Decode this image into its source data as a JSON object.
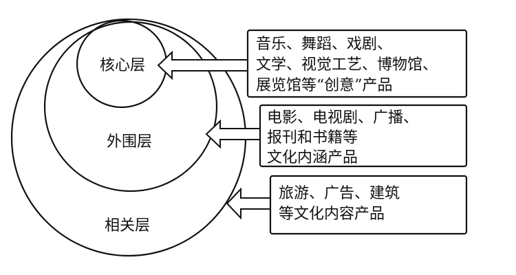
{
  "layers": [
    {
      "id": "core",
      "label": "核心层"
    },
    {
      "id": "peripheral",
      "label": "外围层"
    },
    {
      "id": "related",
      "label": "相关层"
    }
  ],
  "boxes": [
    {
      "for": "core",
      "lines": [
        "音乐、舞蹈、戏剧、",
        "文学、视觉工艺、博物馆、",
        "展览馆等“创意”产品"
      ]
    },
    {
      "for": "peripheral",
      "lines": [
        "电影、电视剧、广播、",
        "报刊和书籍等",
        "文化内涵产品"
      ]
    },
    {
      "for": "related",
      "lines": [
        "旅游、广告、建筑",
        "等文化内容产品"
      ]
    }
  ],
  "colors": {
    "line": "#111111",
    "background": "#ffffff"
  }
}
